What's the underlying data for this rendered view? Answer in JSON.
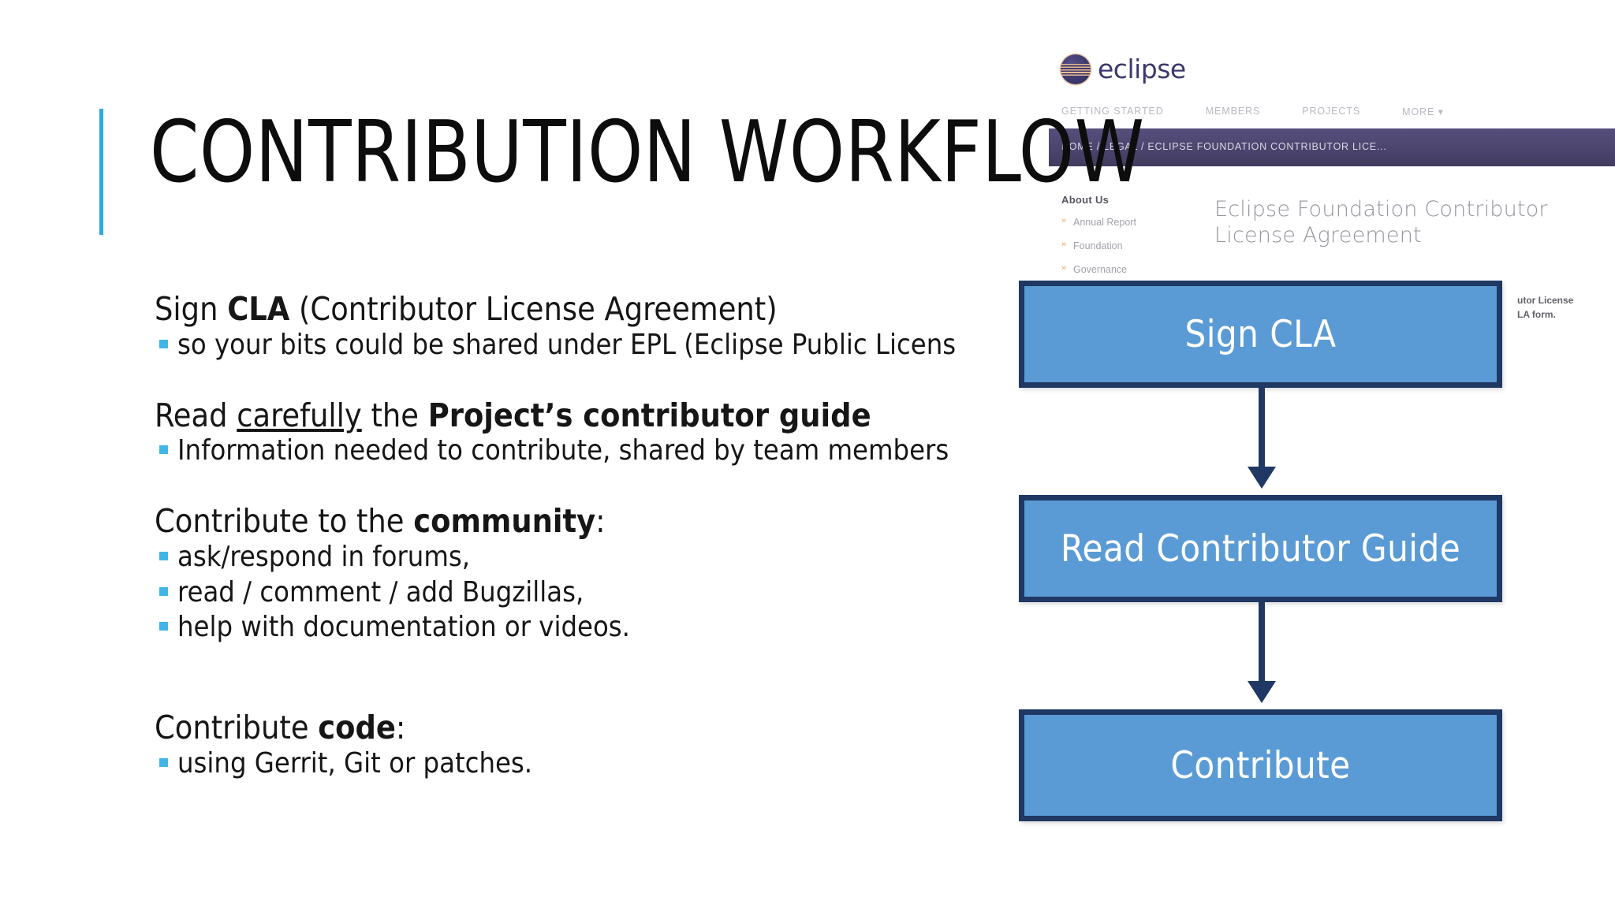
{
  "slide": {
    "title": "CONTRIBUTION WORKFLOW",
    "accent_color": "#29abe2",
    "bullet_color": "#41b6e6"
  },
  "body": {
    "groups": [
      {
        "lead_parts": [
          {
            "text": "Sign ",
            "style": "normal"
          },
          {
            "text": "CLA",
            "style": "bold"
          },
          {
            "text": " (Contributor License Agreement)",
            "style": "normal"
          }
        ],
        "lead_plain": "Sign CLA (Contributor License Agreement)",
        "bullets": [
          "so your bits could be shared under EPL (Eclipse Public Licens"
        ]
      },
      {
        "lead_parts": [
          {
            "text": "Read ",
            "style": "normal"
          },
          {
            "text": "carefully",
            "style": "underline"
          },
          {
            "text": " the ",
            "style": "normal"
          },
          {
            "text": "Project’s contributor guide",
            "style": "bold"
          }
        ],
        "lead_plain": "Read carefully the Project’s contributor guide",
        "bullets": [
          "Information needed to contribute, shared by team members"
        ]
      },
      {
        "lead_parts": [
          {
            "text": "Contribute to the ",
            "style": "normal"
          },
          {
            "text": "community",
            "style": "bold"
          },
          {
            "text": ":",
            "style": "normal"
          }
        ],
        "lead_plain": "Contribute to the community:",
        "bullets": [
          "ask/respond in forums,",
          "read / comment / add  Bugzillas,",
          "help with documentation or videos."
        ]
      },
      {
        "lead_parts": [
          {
            "text": "Contribute ",
            "style": "normal"
          },
          {
            "text": "code",
            "style": "bold"
          },
          {
            "text": ":",
            "style": "normal"
          }
        ],
        "lead_plain": "Contribute code:",
        "bullets": [
          "using Gerrit, Git or patches."
        ]
      }
    ]
  },
  "flowchart": {
    "fill_color": "#5b9bd5",
    "border_color": "#1f3864",
    "steps": [
      {
        "label": "Sign CLA"
      },
      {
        "label": "Read Contributor Guide"
      },
      {
        "label": "Contribute"
      }
    ]
  },
  "screenshot": {
    "logo_text": "eclipse",
    "nav": [
      "GETTING STARTED",
      "MEMBERS",
      "PROJECTS",
      "MORE ▾"
    ],
    "breadcrumb": "HOME / LEGAL / ECLIPSE FOUNDATION CONTRIBUTOR LICE...",
    "sidebar_title": "About Us",
    "sidebar_items": [
      "Annual Report",
      "Foundation",
      "Governance"
    ],
    "page_heading_line1": "Eclipse Foundation Contributor",
    "page_heading_line2": "License Agreement",
    "side_note_line1": "utor License",
    "side_note_line2": "LA form."
  }
}
